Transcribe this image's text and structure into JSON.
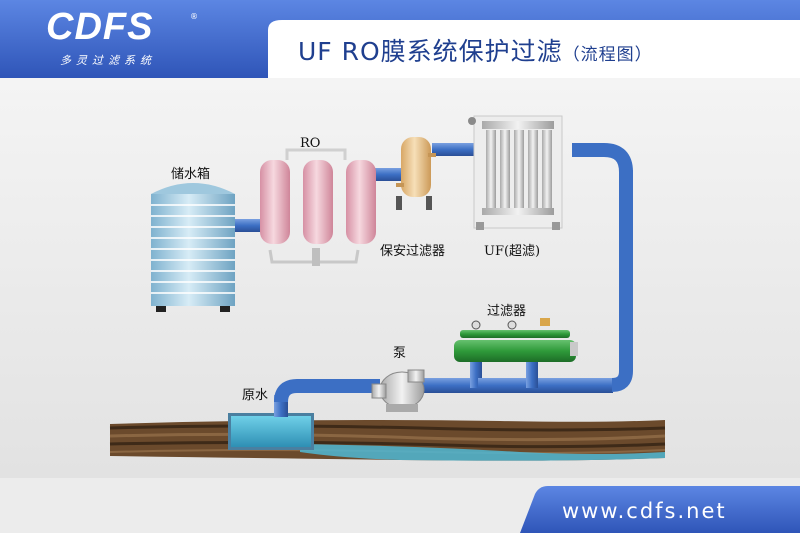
{
  "header": {
    "logo_text": "CDFS",
    "logo_subtitle": "多灵过滤系统",
    "logo_mark": "®",
    "title_main": "UF RO膜系统保护过滤",
    "title_sub": "（流程图）"
  },
  "diagram": {
    "labels": {
      "storage_tank": "储水箱",
      "ro": "RO",
      "security_filter": "保安过滤器",
      "uf": "UF(超滤)",
      "filter": "过滤器",
      "pump": "泵",
      "raw_water": "原水"
    }
  },
  "footer": {
    "website": "www.cdfs.net"
  },
  "colors": {
    "header_blue": "#3a63c9",
    "pipe_blue": "#3c6fc4",
    "ro_pink": "#e7b2bf",
    "filter_green": "#2f9a3a",
    "water_cyan": "#4fb7d4",
    "soil_brown": "#6b4a2c"
  }
}
